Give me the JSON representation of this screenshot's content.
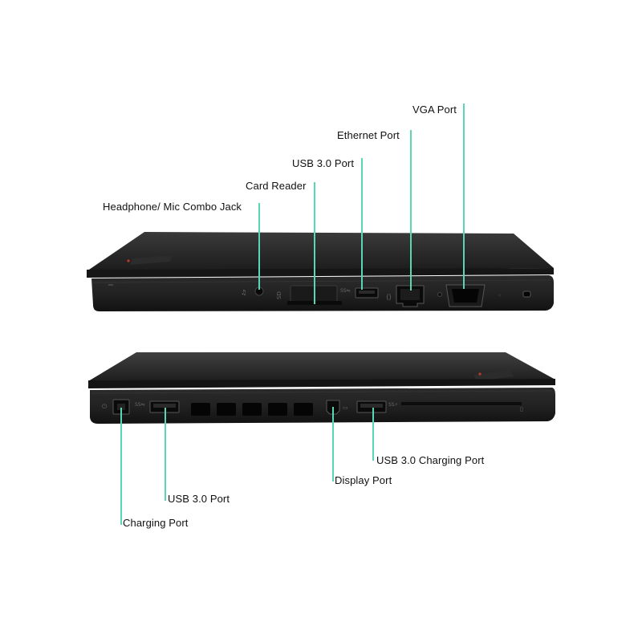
{
  "colors": {
    "callout_line": "#5ad6b4",
    "label_text": "#111111",
    "laptop_body": "#222222",
    "laptop_lid": "#1b1b1b",
    "port_dark": "#0a0a0a"
  },
  "top_view": {
    "callouts": [
      {
        "id": "headphone",
        "label": "Headphone/ Mic Combo Jack"
      },
      {
        "id": "card-reader",
        "label": "Card Reader"
      },
      {
        "id": "usb3-top",
        "label": "USB 3.0 Port"
      },
      {
        "id": "ethernet",
        "label": "Ethernet Port"
      },
      {
        "id": "vga",
        "label": "VGA Port"
      }
    ]
  },
  "bottom_view": {
    "callouts": [
      {
        "id": "charging",
        "label": "Charging Port"
      },
      {
        "id": "usb3-bottom",
        "label": "USB 3.0 Port"
      },
      {
        "id": "display",
        "label": "Display Port"
      },
      {
        "id": "usb3-charging",
        "label": "USB 3.0 Charging Port"
      }
    ]
  }
}
